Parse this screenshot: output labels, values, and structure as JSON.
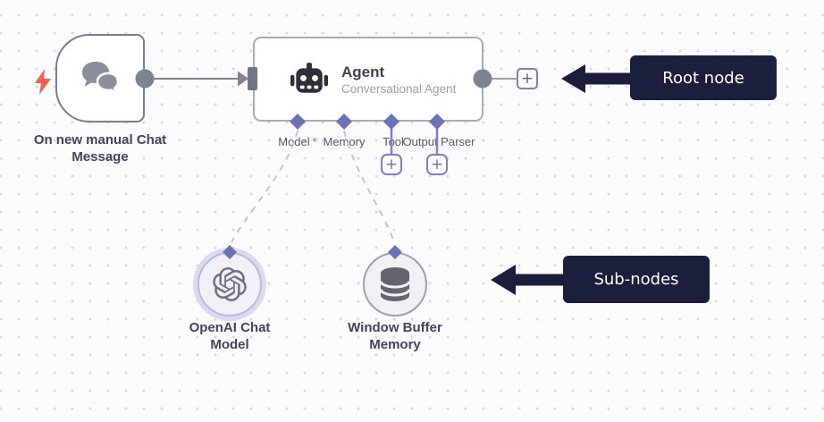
{
  "canvas": {
    "background": "#fbfbfd",
    "dot_color": "#d8d8de"
  },
  "trigger_node": {
    "label": "On new manual Chat Message"
  },
  "agent_node": {
    "title": "Agent",
    "subtitle": "Conversational Agent",
    "ports": [
      {
        "label": "Model",
        "required_marker": "*"
      },
      {
        "label": "Memory"
      },
      {
        "label": "Tool"
      },
      {
        "label": "Output Parser"
      }
    ]
  },
  "add_buttons": {
    "plus": "+"
  },
  "sub_nodes": [
    {
      "label": "OpenAI Chat Model"
    },
    {
      "label": "Window Buffer Memory"
    }
  ],
  "annotations": {
    "root_node": {
      "label": "Root node"
    },
    "sub_nodes": {
      "label": "Sub-nodes"
    }
  },
  "colors": {
    "annotation_bg": "#1b1e3c",
    "connector_purple": "#6d71b8",
    "line_gray": "#7d8391",
    "trigger_accent": "#ff5c49",
    "node_border": "#a6acba",
    "dashed_line": "#c3c6cd"
  }
}
